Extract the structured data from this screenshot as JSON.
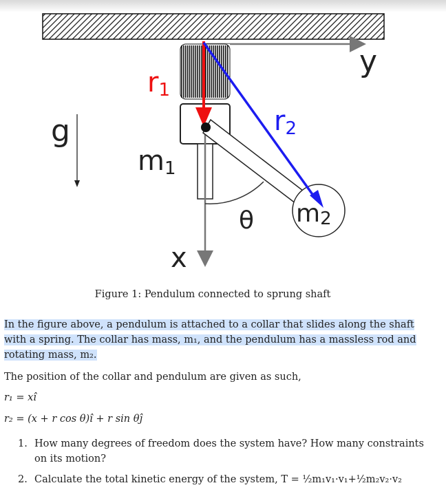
{
  "figure": {
    "label_r1_main": "r",
    "label_r1_sub": "1",
    "label_r2_main": "r",
    "label_r2_sub": "2",
    "label_g": "g",
    "label_m1_main": "m",
    "label_m1_sub": "1",
    "label_m2_main": "m",
    "label_m2_sub": "2",
    "label_theta": "θ",
    "label_x": "x",
    "label_y": "y",
    "colors": {
      "r1": "#ee1111",
      "r2": "#1c1cf0",
      "axis": "#777777",
      "rod_fill": "#ffffff"
    }
  },
  "caption": "Figure 1: Pendulum connected to sprung shaft",
  "intro_highlighted": "In the figure above, a pendulum is attached to a collar that slides along the shaft with a spring. The collar has mass, m₁, and the pendulum has a massless rod and rotating mass, m₂.",
  "position_intro": "The position of the collar and pendulum are given as such,",
  "eq_r1": "r₁ = xî",
  "eq_r2": "r₂ = (x + r cos θ)î + r sin θĵ",
  "questions": [
    {
      "num": "1.",
      "text": "How many degrees of freedom does the system have? How many constraints on its motion?"
    },
    {
      "num": "2.",
      "text": "Calculate the total kinetic energy of the system, T = ½m₁v₁·v₁+½m₂v₂·v₂"
    }
  ]
}
